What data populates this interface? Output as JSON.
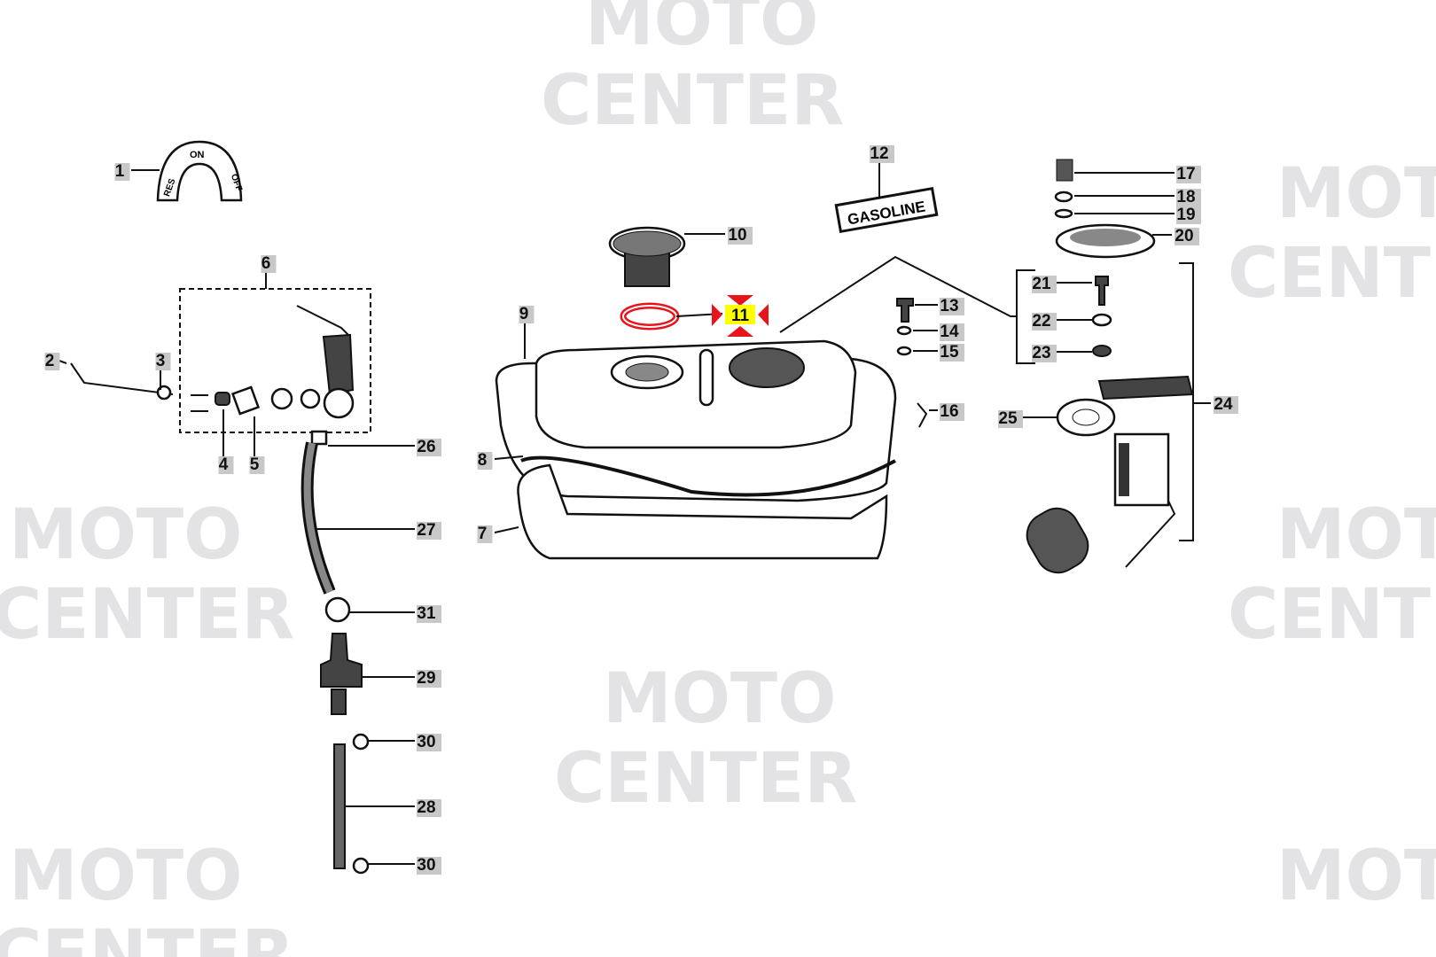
{
  "watermark": {
    "line1": "MOTO",
    "line2": "CENTER"
  },
  "decals": {
    "switch_on": "ON",
    "switch_res": "RES",
    "switch_off": "OFF",
    "gasoline": "GASOLINE"
  },
  "highlight": {
    "part": "11",
    "marker_color": "#e8141c",
    "label_bg": "#ffff00"
  },
  "callouts": [
    "1",
    "2",
    "3",
    "4",
    "5",
    "6",
    "7",
    "8",
    "9",
    "10",
    "11",
    "12",
    "13",
    "14",
    "15",
    "16",
    "17",
    "18",
    "19",
    "20",
    "21",
    "22",
    "23",
    "24",
    "25",
    "26",
    "27",
    "28",
    "29",
    "30",
    "30",
    "31"
  ]
}
